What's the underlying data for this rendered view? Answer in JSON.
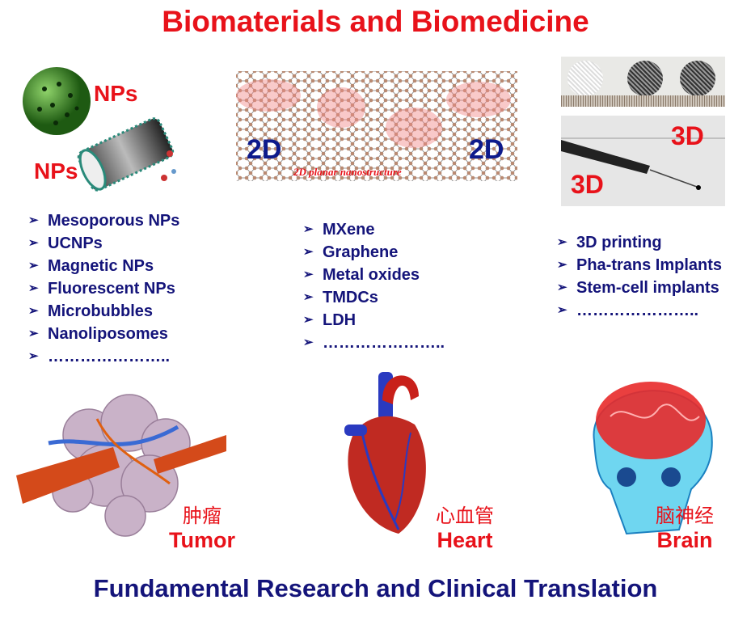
{
  "title": "Biomaterials and Biomedicine",
  "footer": "Fundamental Research and Clinical Translation",
  "np_panel": {
    "label_top": "NPs",
    "label_bottom": "NPs"
  },
  "twod_panel": {
    "label_left": "2D",
    "label_right": "2D",
    "caption": "2D planar nanostructure"
  },
  "threed_panel": {
    "label_top": "3D",
    "label_bottom": "3D"
  },
  "lists": {
    "nps": [
      "Mesoporous NPs",
      "UCNPs",
      "Magnetic NPs",
      "Fluorescent NPs",
      "Microbubbles",
      "Nanoliposomes",
      "………………….."
    ],
    "twod": [
      "MXene",
      "Graphene",
      "Metal oxides",
      "TMDCs",
      "LDH",
      "………………….."
    ],
    "threed": [
      "3D printing",
      "Pha-trans Implants",
      "Stem-cell implants",
      "………………….."
    ]
  },
  "bullet_icon": "arrowhead-bullet",
  "organs": [
    {
      "cn": "肿瘤",
      "en": "Tumor"
    },
    {
      "cn": "心血管",
      "en": "Heart"
    },
    {
      "cn": "脑神经",
      "en": "Brain"
    }
  ],
  "colors": {
    "title": "#e8121a",
    "body_text": "#14147a"
  }
}
